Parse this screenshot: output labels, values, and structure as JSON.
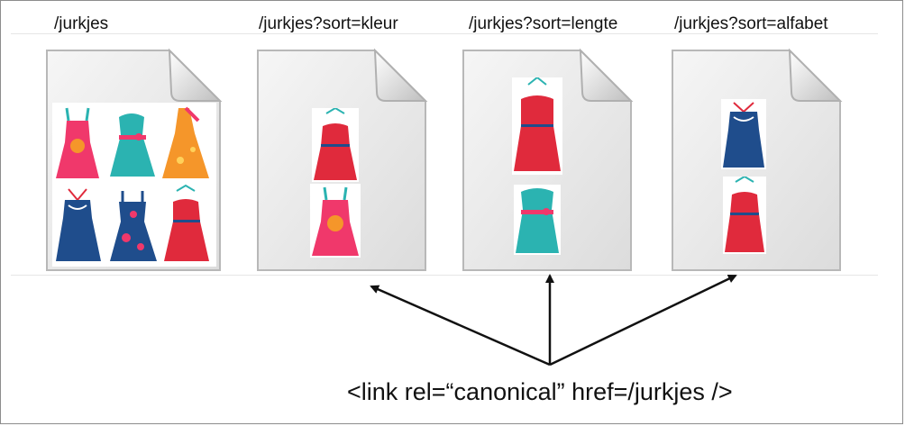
{
  "pages": [
    {
      "url": "/jurkjes"
    },
    {
      "url": "/jurkjes?sort=kleur"
    },
    {
      "url": "/jurkjes?sort=lengte"
    },
    {
      "url": "/jurkjes?sort=alfabet"
    }
  ],
  "caption": "<link rel=“canonical” href=/jurkjes />",
  "colors": {
    "pink": "#f0386b",
    "teal": "#2bb3b1",
    "orange": "#f5962a",
    "navy": "#1f4d8c",
    "red": "#e02a3c"
  },
  "icons": [
    "document-icon",
    "dress-icon",
    "arrow-icon"
  ]
}
